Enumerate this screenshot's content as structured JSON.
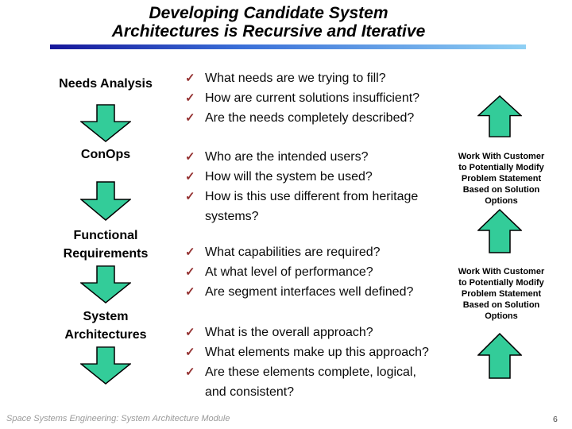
{
  "title": {
    "line1": "Developing Candidate System",
    "line2": "Architectures is Recursive and Iterative"
  },
  "stages": [
    {
      "label": "Needs Analysis"
    },
    {
      "label": "ConOps"
    },
    {
      "label": "Functional Requirements"
    },
    {
      "label": "System Architectures"
    }
  ],
  "question_groups": [
    {
      "items": [
        "What needs are we trying to fill?",
        "How are current solutions insufficient?",
        "Are the needs completely described?"
      ]
    },
    {
      "items": [
        "Who are the intended users?",
        "How will the system be used?",
        "How is this use different from heritage systems?"
      ]
    },
    {
      "items": [
        "What capabilities are required?",
        "At what level of performance?",
        "Are segment interfaces well defined?"
      ]
    },
    {
      "items": [
        "What is the overall approach?",
        "What elements make up this approach?",
        "Are these elements complete, logical, and consistent?"
      ]
    }
  ],
  "feedback_notes": [
    {
      "lines": [
        "Work With Customer",
        "to Potentially Modify",
        "Problem Statement",
        "Based on Solution",
        "Options"
      ]
    },
    {
      "lines": [
        "Work With Customer",
        "to Potentially Modify",
        "Problem Statement",
        "Based on Solution",
        "Options"
      ]
    }
  ],
  "check_glyph": "✓",
  "footer": {
    "left_text": "Space Systems Engineering: System Architecture Module",
    "page_number": "6"
  },
  "colors": {
    "arrow_fill": "#33cc99",
    "arrow_stroke": "#000000",
    "check_mark": "#943131",
    "underline_left": "#16169a",
    "underline_mid": "#3a6fd8",
    "underline_right": "#8fd0f4"
  }
}
